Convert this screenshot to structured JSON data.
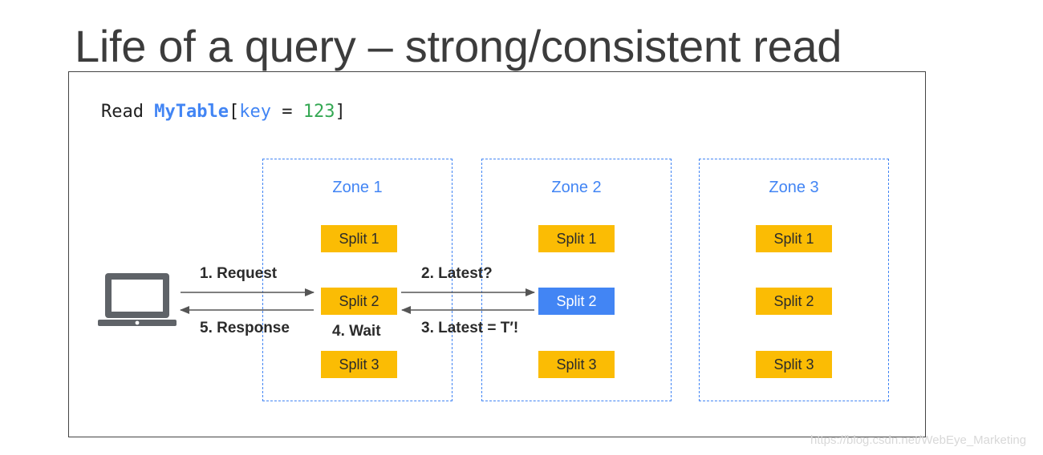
{
  "title": "Life of a query – strong/consistent read",
  "query": {
    "verb": "Read ",
    "table": "MyTable",
    "open_bracket": "[",
    "key": "key",
    "equals": " = ",
    "value": "123",
    "close_bracket": "]"
  },
  "zones": [
    {
      "label": "Zone 1",
      "splits": [
        "Split 1",
        "Split 2",
        "Split 3"
      ]
    },
    {
      "label": "Zone 2",
      "splits": [
        "Split 1",
        "Split 2",
        "Split 3"
      ]
    },
    {
      "label": "Zone 3",
      "splits": [
        "Split 1",
        "Split 2",
        "Split 3"
      ]
    }
  ],
  "steps": {
    "request": "1. Request",
    "latest": "2. Latest?",
    "latest_reply": "3. Latest = T′!",
    "wait": "4. Wait",
    "response": "5. Response"
  },
  "colors": {
    "split": "#fbbc04",
    "leader_split": "#4285f4",
    "zone_border": "#4285f4",
    "arrow": "#555555",
    "laptop": "#5f6368"
  },
  "icons": {
    "client": "laptop-icon"
  },
  "watermark": "https://blog.csdn.net/WebEye_Marketing"
}
